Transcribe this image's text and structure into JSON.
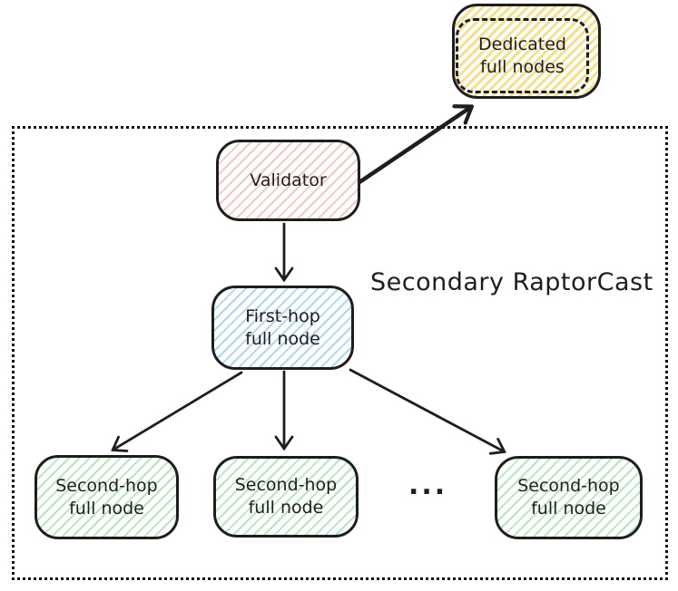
{
  "diagram": {
    "region_label": "Secondary RaptorCast",
    "ellipsis": "...",
    "nodes": [
      {
        "id": "dedicated-full-nodes",
        "label": "Dedicated\nfull nodes",
        "fill_hatch": "#f7df8e",
        "border_style": "solid + dashed double outline"
      },
      {
        "id": "validator",
        "label": "Validator",
        "fill_hatch": "#f6c7c3",
        "border_style": "solid"
      },
      {
        "id": "first-hop-full-node",
        "label": "First-hop\nfull node",
        "fill_hatch": "#a9d8f3",
        "border_style": "solid"
      },
      {
        "id": "second-hop-full-node-1",
        "label": "Second-hop\nfull node",
        "fill_hatch": "#b3e8bf",
        "border_style": "solid"
      },
      {
        "id": "second-hop-full-node-2",
        "label": "Second-hop\nfull node",
        "fill_hatch": "#b3e8bf",
        "border_style": "solid"
      },
      {
        "id": "second-hop-full-node-3",
        "label": "Second-hop\nfull node",
        "fill_hatch": "#b3e8bf",
        "border_style": "solid"
      }
    ],
    "edges": [
      {
        "from": "validator",
        "to": "dedicated-full-nodes",
        "style": "thick"
      },
      {
        "from": "validator",
        "to": "first-hop-full-node",
        "style": "normal"
      },
      {
        "from": "first-hop-full-node",
        "to": "second-hop-full-node-1",
        "style": "normal"
      },
      {
        "from": "first-hop-full-node",
        "to": "second-hop-full-node-2",
        "style": "normal"
      },
      {
        "from": "first-hop-full-node",
        "to": "second-hop-full-node-3",
        "style": "normal"
      }
    ],
    "colors": {
      "stroke": "#1e1e1e",
      "region_border": "#111111",
      "yellow_hatch": "#f7df8e",
      "pink_hatch": "#f6c7c3",
      "blue_hatch": "#a9d8f3",
      "green_hatch": "#b3e8bf",
      "background": "#ffffff"
    }
  }
}
